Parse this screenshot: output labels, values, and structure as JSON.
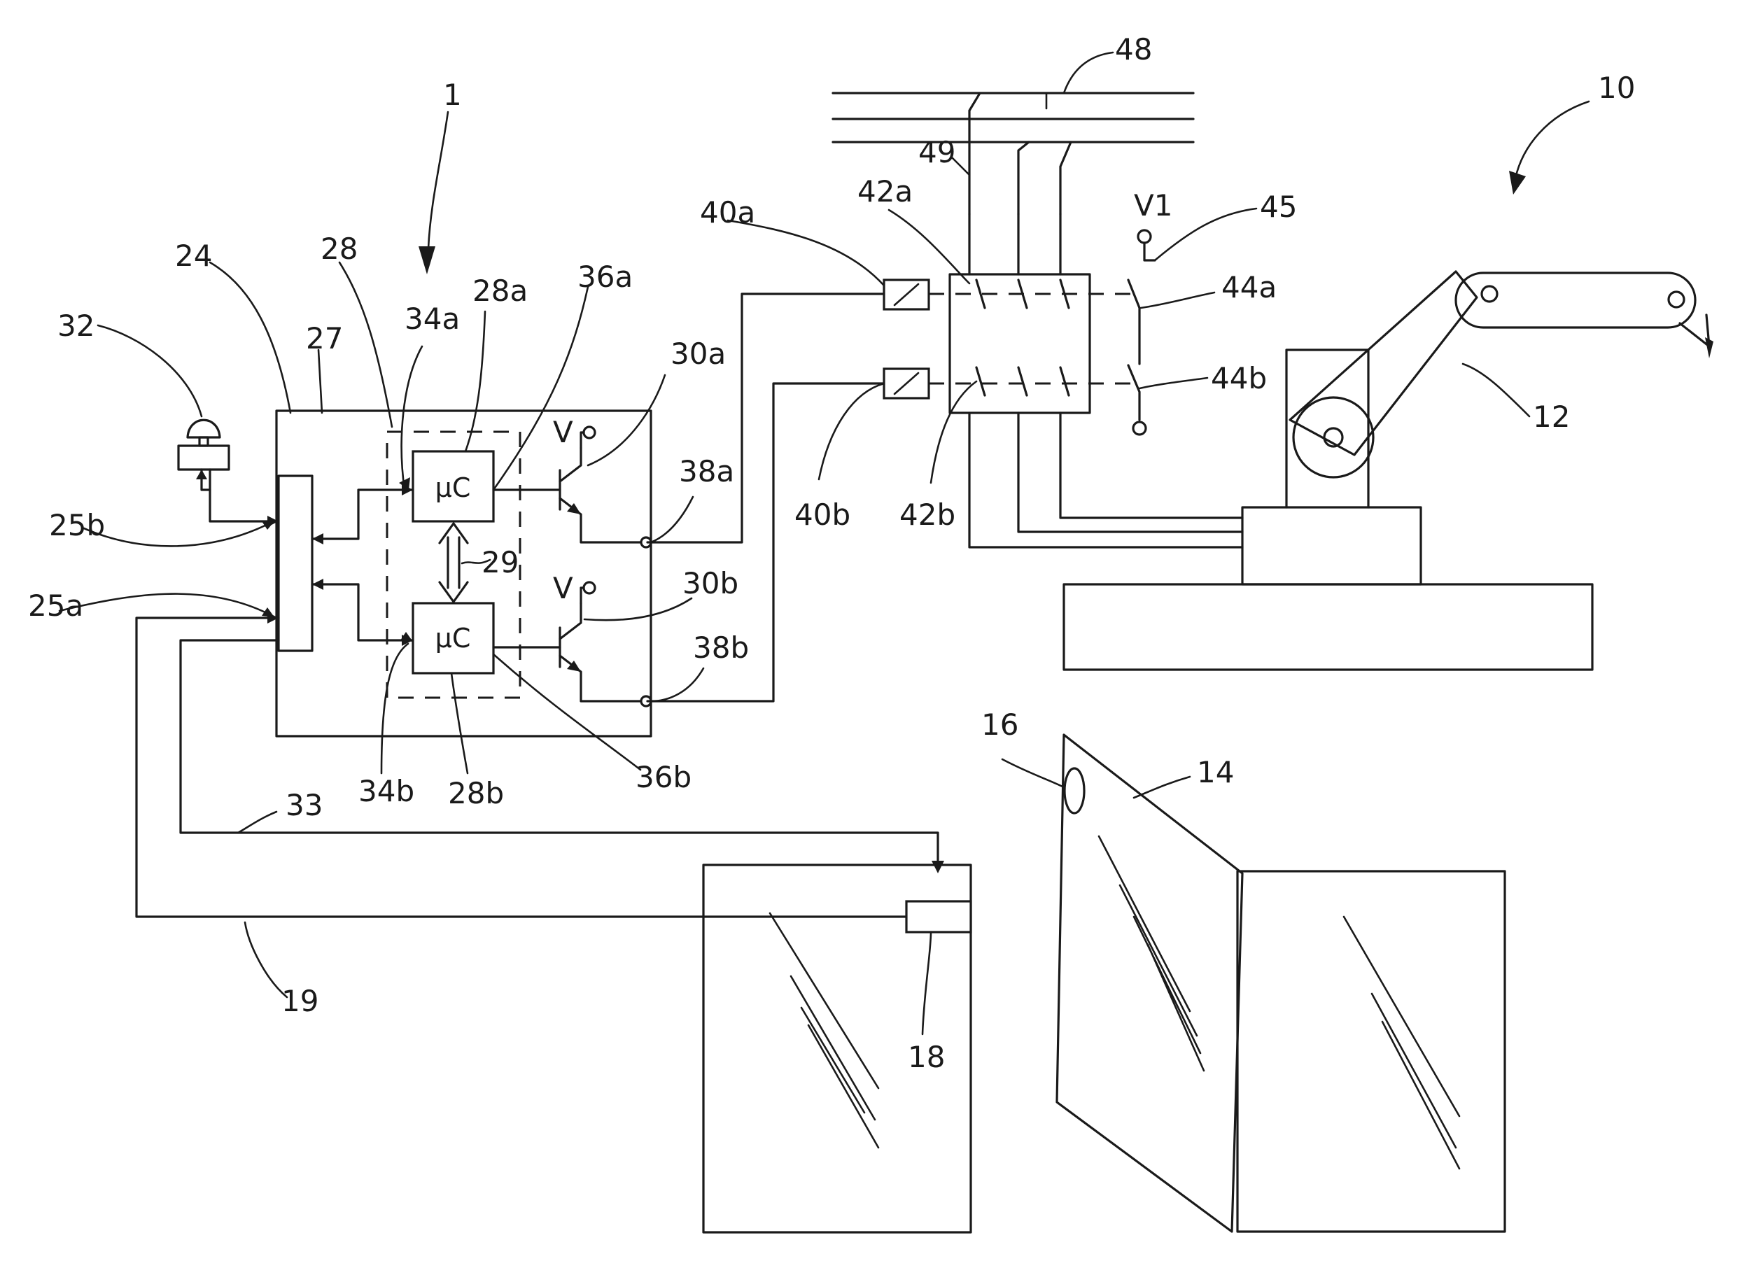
{
  "figure": {
    "labels": {
      "l1": "1",
      "l10": "10",
      "l12": "12",
      "l14": "14",
      "l16": "16",
      "l18": "18",
      "l19": "19",
      "l24": "24",
      "l25a": "25a",
      "l25b": "25b",
      "l27": "27",
      "l28": "28",
      "l28a": "28a",
      "l28b": "28b",
      "l29": "29",
      "l30a": "30a",
      "l30b": "30b",
      "l32": "32",
      "l33": "33",
      "l34a": "34a",
      "l34b": "34b",
      "l36a": "36a",
      "l36b": "36b",
      "l38a": "38a",
      "l38b": "38b",
      "l40a": "40a",
      "l40b": "40b",
      "l42a": "42a",
      "l42b": "42b",
      "l44a": "44a",
      "l44b": "44b",
      "l45": "45",
      "l48": "48",
      "l49": "49",
      "lV1": "V1",
      "lVa": "V",
      "lVb": "V"
    },
    "blocks": {
      "mc_a": "μC",
      "mc_b": "μC"
    }
  }
}
